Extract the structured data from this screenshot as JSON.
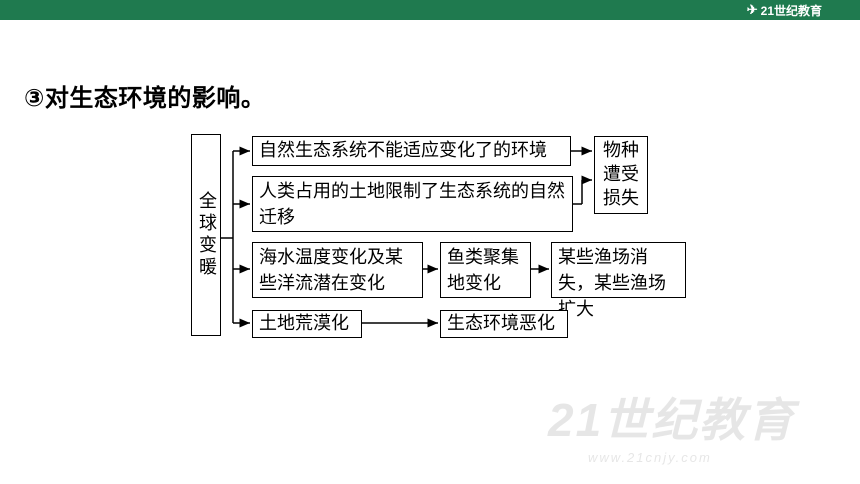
{
  "header": {
    "logo_text": "21世纪教育"
  },
  "heading": "③对生态环境的影响。",
  "diagram": {
    "root": "全球变暖",
    "n1": "自然生态系统不能适应变化了的环境",
    "n2": "人类占用的土地限制了生态系统的自然迁移",
    "n3": "物种遭受损失",
    "n4": "海水温度变化及某些洋流潜在变化",
    "n5": "鱼类聚集地变化",
    "n6": "某些渔场消失，某些渔场扩大",
    "n7": "土地荒漠化",
    "n8": "生态环境恶化"
  },
  "watermark": {
    "title": "21世纪教育",
    "url": "www.21cnjy.com"
  }
}
